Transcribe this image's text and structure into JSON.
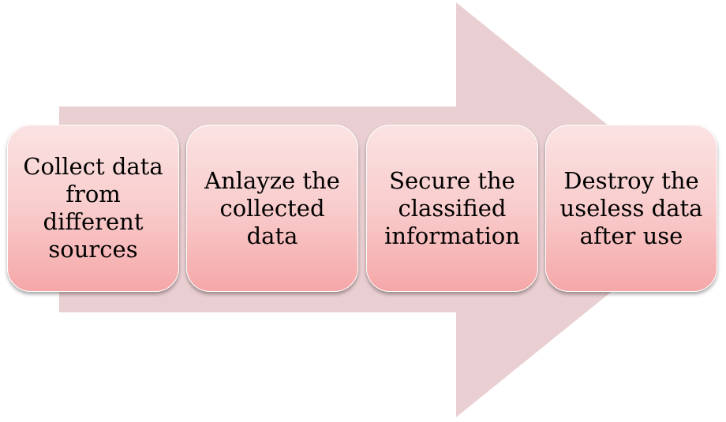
{
  "diagram": {
    "steps": [
      {
        "label": "Collect data\nfrom\ndifferent\nsources"
      },
      {
        "label": "Anlayze the\ncollected\ndata"
      },
      {
        "label": "Secure the\nclassified\ninformation"
      },
      {
        "label": "Destroy the\nuseless data\nafter use"
      }
    ]
  },
  "colors": {
    "arrow": "#e9cfd1",
    "box_top": "#fbe3e3",
    "box_bottom": "#f5a7a8"
  }
}
